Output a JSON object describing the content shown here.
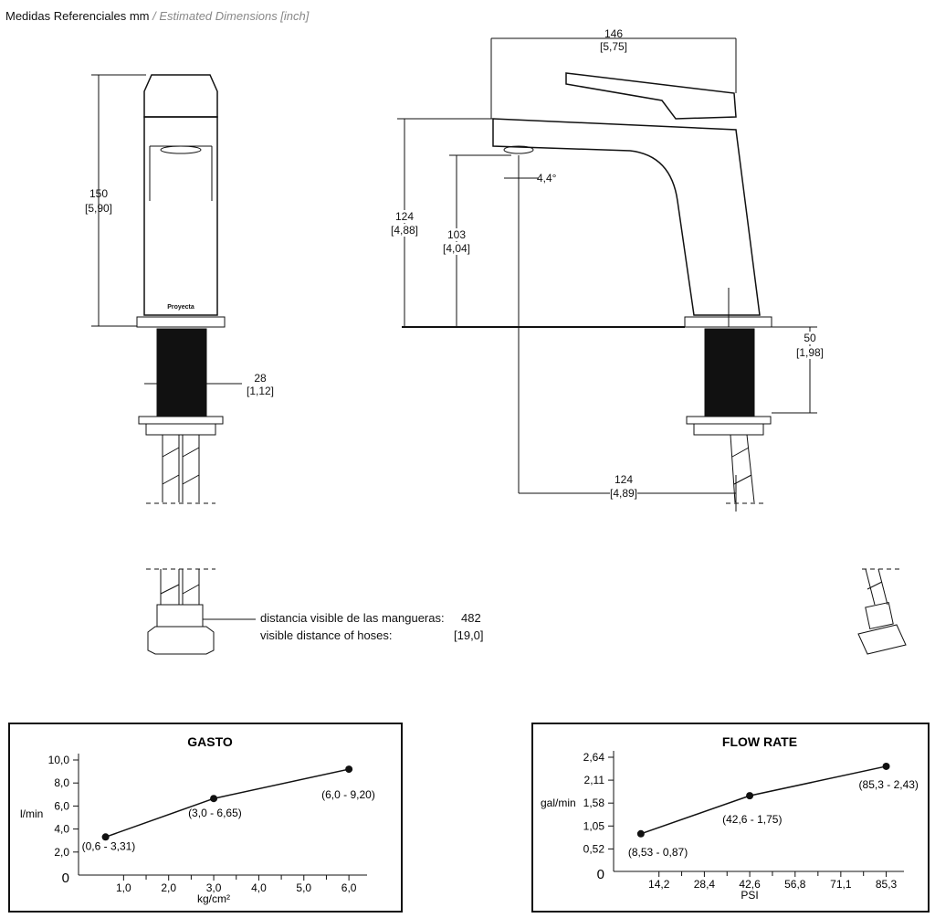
{
  "header": {
    "title": "Medidas Referenciales mm",
    "subtitle": "/ Estimated Dimensions [inch]"
  },
  "dimensions": {
    "height_total": {
      "mm": "150",
      "inch": "[5,90]"
    },
    "shank_width": {
      "mm": "28",
      "inch": "[1,12]"
    },
    "length_total": {
      "mm": "146",
      "inch": "[5,75]"
    },
    "spout_height": {
      "mm": "124",
      "inch": "[4,88]"
    },
    "outlet_height": {
      "mm": "103",
      "inch": "[4,04]"
    },
    "angle": "4,4°",
    "shank_length": {
      "mm": "50",
      "inch": "[1,98]"
    },
    "reach": {
      "mm": "124",
      "inch": "[4,89]"
    },
    "hoses": {
      "label_es": "distancia visible de las mangueras:",
      "value_mm": "482",
      "label_en": "visible distance of hoses:",
      "value_inch": "[19,0]"
    }
  },
  "brand_mark": "Proyecta",
  "chart_data": [
    {
      "type": "line",
      "title": "GASTO",
      "xlabel": "kg/cm²",
      "ylabel": "l/min",
      "xticks": [
        "1,0",
        "2,0",
        "3,0",
        "4,0",
        "5,0",
        "6,0"
      ],
      "xtick_values": [
        1,
        2,
        3,
        4,
        5,
        6
      ],
      "yticks": [
        "0",
        "2,0",
        "4,0",
        "6,0",
        "8,0",
        "10,0"
      ],
      "ytick_values": [
        0,
        2,
        4,
        6,
        8,
        10
      ],
      "xlim": [
        0,
        6.2
      ],
      "ylim": [
        0,
        10
      ],
      "points": [
        {
          "x": 0.6,
          "y": 3.31,
          "label": "(0,6 - 3,31)"
        },
        {
          "x": 3.0,
          "y": 6.65,
          "label": "(3,0 - 6,65)"
        },
        {
          "x": 6.0,
          "y": 9.2,
          "label": "(6,0 - 9,20)"
        }
      ]
    },
    {
      "type": "line",
      "title": "FLOW RATE",
      "xlabel": "PSI",
      "ylabel": "gal/min",
      "xticks": [
        "14,2",
        "28,4",
        "42,6",
        "56,8",
        "71,1",
        "85,3"
      ],
      "xtick_values": [
        14.2,
        28.4,
        42.6,
        56.8,
        71.1,
        85.3
      ],
      "yticks": [
        "0",
        "0,52",
        "1,05",
        "1,58",
        "2,11",
        "2,64"
      ],
      "ytick_values": [
        0,
        0.52,
        1.05,
        1.58,
        2.11,
        2.64
      ],
      "xlim": [
        0,
        88
      ],
      "ylim": [
        0,
        2.64
      ],
      "points": [
        {
          "x": 8.53,
          "y": 0.87,
          "label": "(8,53 - 0,87)"
        },
        {
          "x": 42.6,
          "y": 1.75,
          "label": "(42,6 - 1,75)"
        },
        {
          "x": 85.3,
          "y": 2.43,
          "label": "(85,3 - 2,43)"
        }
      ]
    }
  ]
}
